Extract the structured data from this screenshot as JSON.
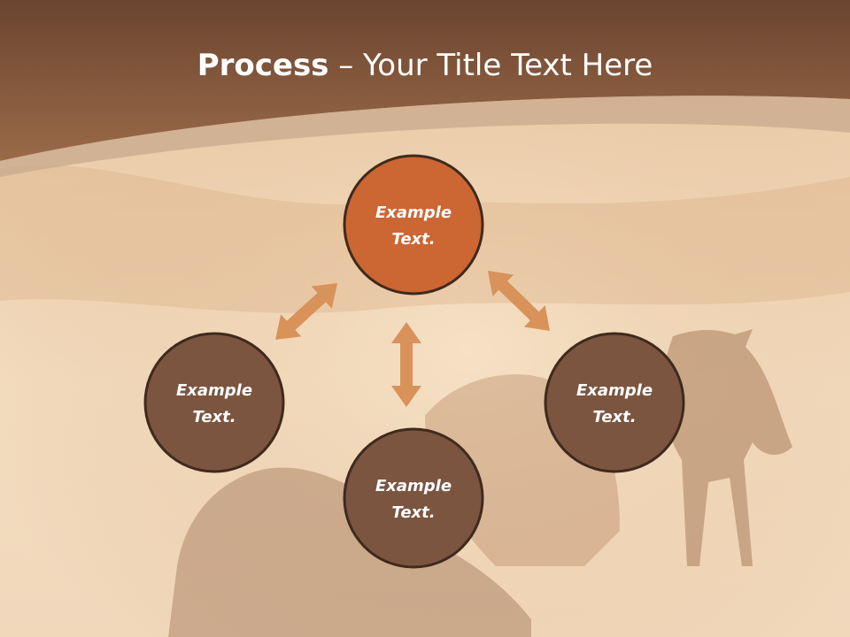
{
  "title": {
    "bold": "Process",
    "rest": " – Your Title Text Here"
  },
  "colors": {
    "header": "#8a5a3c",
    "node_accent": "#cc6633",
    "node_default": "#7b5540",
    "node_border": "#3f2a1d",
    "arrow": "#d8925a"
  },
  "nodes": [
    {
      "id": "top",
      "line1": "Example",
      "line2": "Text.",
      "highlight": true
    },
    {
      "id": "left",
      "line1": "Example",
      "line2": "Text.",
      "highlight": false
    },
    {
      "id": "right",
      "line1": "Example",
      "line2": "Text.",
      "highlight": false
    },
    {
      "id": "bottom",
      "line1": "Example",
      "line2": "Text.",
      "highlight": false
    }
  ],
  "arrows": [
    {
      "id": "top-left",
      "type": "double-headed"
    },
    {
      "id": "top-right",
      "type": "double-headed"
    },
    {
      "id": "center",
      "type": "double-headed"
    }
  ]
}
